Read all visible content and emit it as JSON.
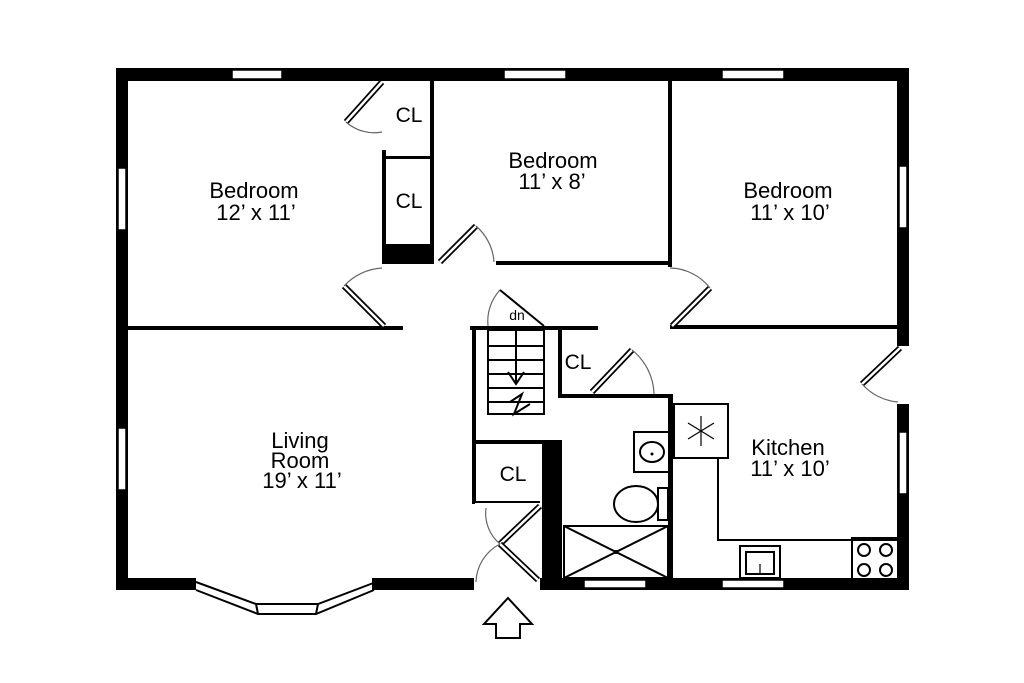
{
  "rooms": {
    "bedroom_left": {
      "name": "Bedroom",
      "dims": "12’ x 11’"
    },
    "bedroom_center": {
      "name": "Bedroom",
      "dims": "11’ x 8’"
    },
    "bedroom_right": {
      "name": "Bedroom",
      "dims": "11’ x 10’"
    },
    "living_room": {
      "name_line1": "Living",
      "name_line2": "Room",
      "dims": "19’ x 11’"
    },
    "kitchen": {
      "name": "Kitchen",
      "dims": "11’ x 10’"
    }
  },
  "closets": {
    "cl_top": "CL",
    "cl_mid": "CL",
    "cl_stair": "CL",
    "cl_entry": "CL"
  },
  "stairs": {
    "direction_label": "dn"
  },
  "icons": [
    "refrigerator-snowflake-icon",
    "entry-arrow-icon",
    "stove-burners-icon",
    "sink-icon",
    "toilet-icon",
    "shower-icon"
  ]
}
